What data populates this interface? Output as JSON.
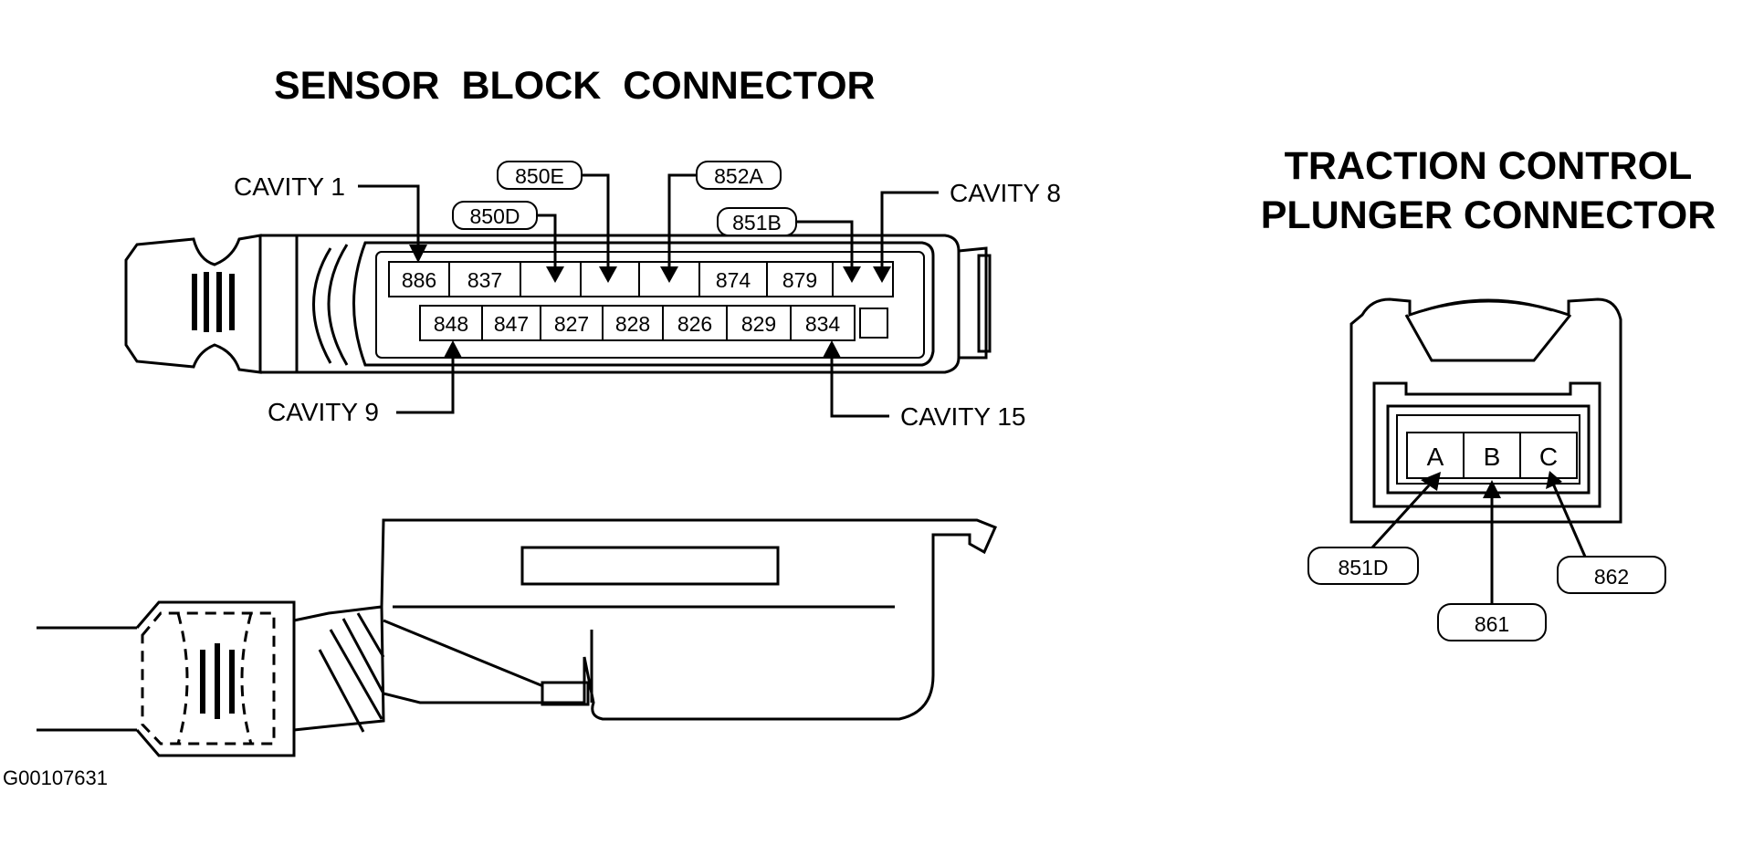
{
  "sensor_block": {
    "title": "SENSOR  BLOCK  CONNECTOR",
    "cavity_labels": {
      "cavity1": "CAVITY 1",
      "cavity8": "CAVITY 8",
      "cavity9": "CAVITY 9",
      "cavity15": "CAVITY 15"
    },
    "top_row": [
      "886",
      "837",
      "",
      "",
      "",
      "874",
      "879",
      ""
    ],
    "bottom_row": [
      "848",
      "847",
      "827",
      "828",
      "826",
      "829",
      "834",
      ""
    ],
    "wire_tags": [
      "850E",
      "850D",
      "852A",
      "851B"
    ]
  },
  "traction_control": {
    "title_line1": "TRACTION CONTROL",
    "title_line2": "PLUNGER CONNECTOR",
    "pins": [
      "A",
      "B",
      "C"
    ],
    "wire_tags": [
      "851D",
      "861",
      "862"
    ]
  },
  "figure_id": "G00107631"
}
